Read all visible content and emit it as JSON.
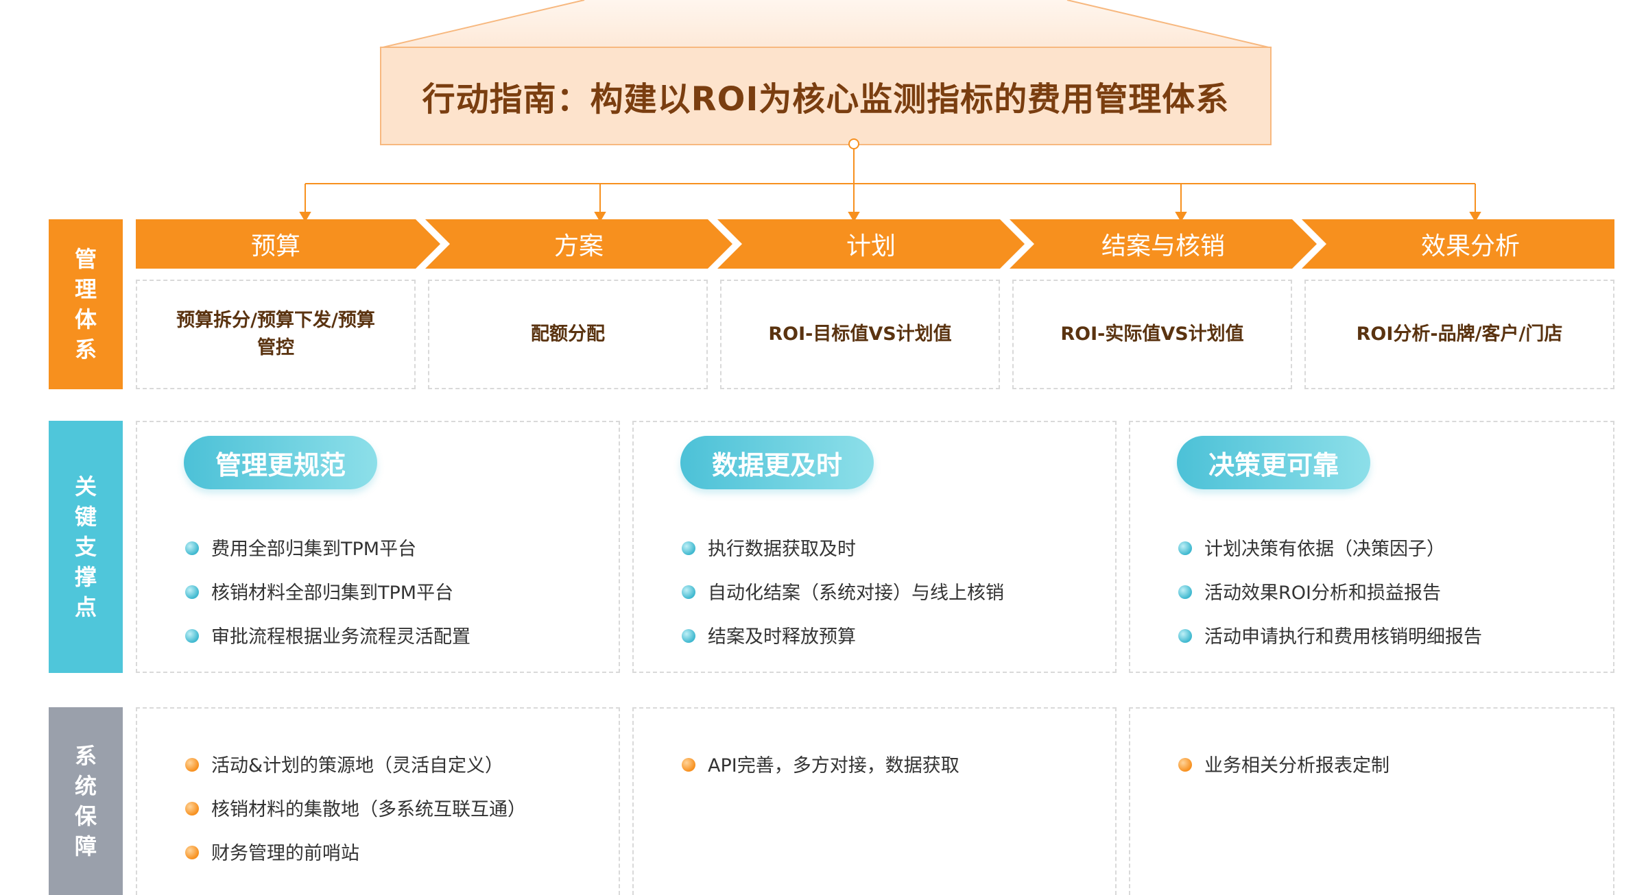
{
  "title": "行动指南：构建以ROI为核心监测指标的费用管理体系",
  "side_labels": {
    "management": [
      "管",
      "理",
      "体",
      "系"
    ],
    "key_support": [
      "关",
      "键",
      "支",
      "撑",
      "点"
    ],
    "system": [
      "系",
      "统",
      "保",
      "障"
    ]
  },
  "stages": [
    {
      "label": "预算",
      "detail": "预算拆分/预算下发/预算管控"
    },
    {
      "label": "方案",
      "detail": "配额分配"
    },
    {
      "label": "计划",
      "detail": "ROI-目标值VS计划值"
    },
    {
      "label": "结案与核销",
      "detail": "ROI-实际值VS计划值"
    },
    {
      "label": "效果分析",
      "detail": "ROI分析-品牌/客户/门店"
    }
  ],
  "key_points": [
    {
      "heading": "管理更规范",
      "items": [
        "费用全部归集到TPM平台",
        "核销材料全部归集到TPM平台",
        "审批流程根据业务流程灵活配置"
      ]
    },
    {
      "heading": "数据更及时",
      "items": [
        "执行数据获取及时",
        "自动化结案（系统对接）与线上核销",
        "结案及时释放预算"
      ]
    },
    {
      "heading": "决策更可靠",
      "items": [
        "计划决策有依据（决策因子）",
        "活动效果ROI分析和损益报告",
        "活动申请执行和费用核销明细报告"
      ]
    }
  ],
  "system_support": [
    {
      "items": [
        "活动&计划的策源地（灵活自定义）",
        "核销材料的集散地（多系统互联互通）",
        "财务管理的前哨站"
      ]
    },
    {
      "items": [
        "API完善，多方对接，数据获取"
      ]
    },
    {
      "items": [
        "业务相关分析报表定制"
      ]
    }
  ],
  "colors": {
    "orange": "#f7901e",
    "teal": "#4fc6da",
    "gray": "#9aa0ab",
    "title_bg": "#fde3cc",
    "title_text": "#7a3e10"
  }
}
